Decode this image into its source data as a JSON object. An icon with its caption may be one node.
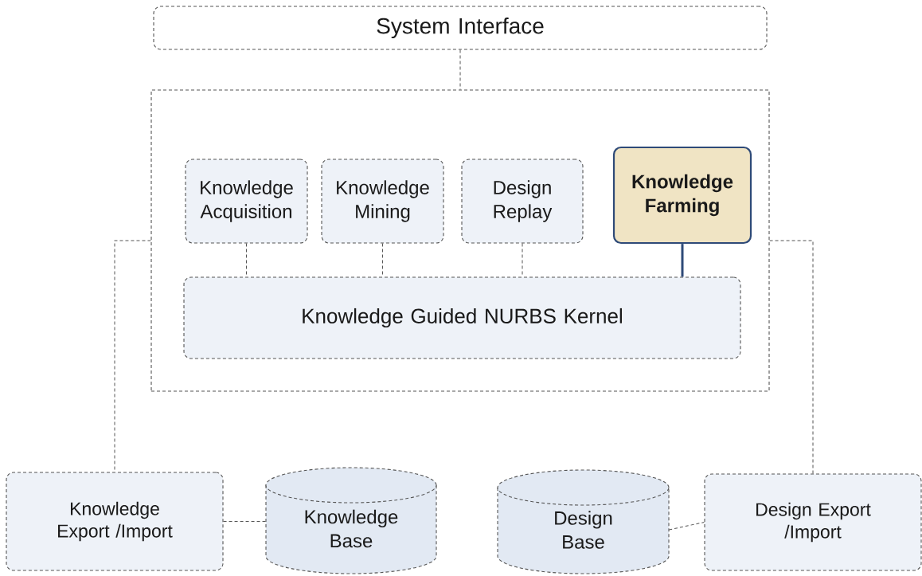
{
  "diagram": {
    "nodes": [
      {
        "text": [
          "System Interface"
        ]
      },
      {
        "text": [],
        "shape": "box"
      },
      {
        "text": [
          "Knowledge Acquisition"
        ],
        "in": 1
      },
      {
        "text": [
          "Knowledge Mining"
        ],
        "in": 1
      },
      {
        "text": [
          "Design Replay"
        ],
        "in": 1
      },
      {
        "text": [
          "Knowledge Farming"
        ],
        "in": 1
      },
      {
        "text": [
          "Knowledge Guided NURBS Kernel"
        ],
        "in": 1
      },
      {
        "text": [
          "Knowledge Export /Import"
        ]
      },
      {
        "text": [
          "Knowledge Base"
        ]
      },
      {
        "text": [
          "Design Base"
        ]
      },
      {
        "text": [
          "Design Export /Import"
        ]
      }
    ],
    "edges": [
      {
        "from": 0,
        "to": 1,
        "arrow": "none",
        "style": "dashed"
      },
      {
        "from": 2,
        "to": 6,
        "arrow": "none",
        "style": "dashed"
      },
      {
        "from": 3,
        "to": 6,
        "arrow": "none",
        "style": "dashed"
      },
      {
        "from": 4,
        "to": 6,
        "arrow": "none",
        "style": "dashed"
      },
      {
        "from": 5,
        "to": 6,
        "arrow": "none",
        "style": "thick",
        "color": "#2e4a78"
      },
      {
        "from": 1,
        "to": 7,
        "arrow": "none",
        "style": "dashed"
      },
      {
        "from": 1,
        "to": 10,
        "arrow": "none",
        "style": "dashed"
      },
      {
        "from": 7,
        "to": 8,
        "arrow": "none",
        "style": "dashed"
      },
      {
        "from": 9,
        "to": 10,
        "arrow": "none",
        "style": "dashed"
      }
    ]
  }
}
